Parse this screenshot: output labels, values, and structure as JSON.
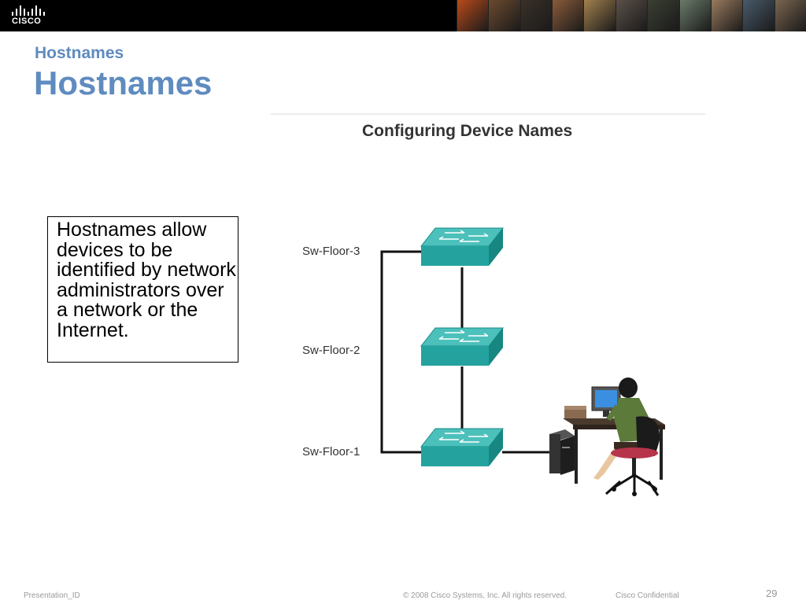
{
  "header": {
    "logo_text": "CISCO",
    "photo_colors": [
      "#b84a1a",
      "#6b4a2f",
      "#3a3028",
      "#8a5b3a",
      "#a2804e",
      "#5b5048",
      "#3b3f33",
      "#6a7a6a",
      "#9a7a5e",
      "#495a6a",
      "#7a6550"
    ]
  },
  "slide": {
    "subtitle": "Hostnames",
    "title": "Hostnames",
    "body_text": "Hostnames allow devices to be identified by network administrators over a network or the Internet."
  },
  "diagram": {
    "title": "Configuring Device Names",
    "switches": [
      {
        "label": "Sw-Floor-3"
      },
      {
        "label": "Sw-Floor-2"
      },
      {
        "label": "Sw-Floor-1"
      }
    ],
    "colors": {
      "switch_top": "#3fb5b0",
      "switch_side": "#1a8f8a",
      "switch_front": "#22a29d"
    }
  },
  "footer": {
    "presentation_id": "Presentation_ID",
    "copyright": "© 2008 Cisco Systems, Inc. All rights reserved.",
    "confidential": "Cisco Confidential",
    "page_number": "29"
  }
}
